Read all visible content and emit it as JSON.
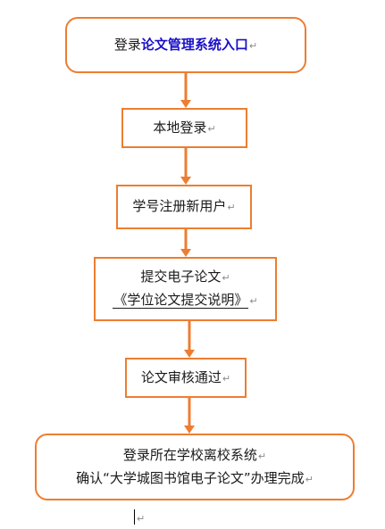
{
  "steps": [
    {
      "prefix": "登录",
      "highlight": "论文管理系统入口",
      "mark": "↵"
    },
    {
      "text": "本地登录",
      "mark": "↵"
    },
    {
      "text": "学号注册新用户",
      "mark": "↵"
    },
    {
      "line1": "提交电子论文",
      "line2": "《学位论文提交说明》",
      "mark": "↵"
    },
    {
      "text": "论文审核通过",
      "mark": "↵"
    },
    {
      "line1": "登录所在学校离校系统",
      "line2": "确认“大学城图书馆电子论文”办理完成",
      "mark": "↵"
    }
  ],
  "end_mark": "↵",
  "colors": {
    "border": "#ed7d31",
    "arrow": "#ed7d31",
    "highlight": "#1a10c8"
  }
}
